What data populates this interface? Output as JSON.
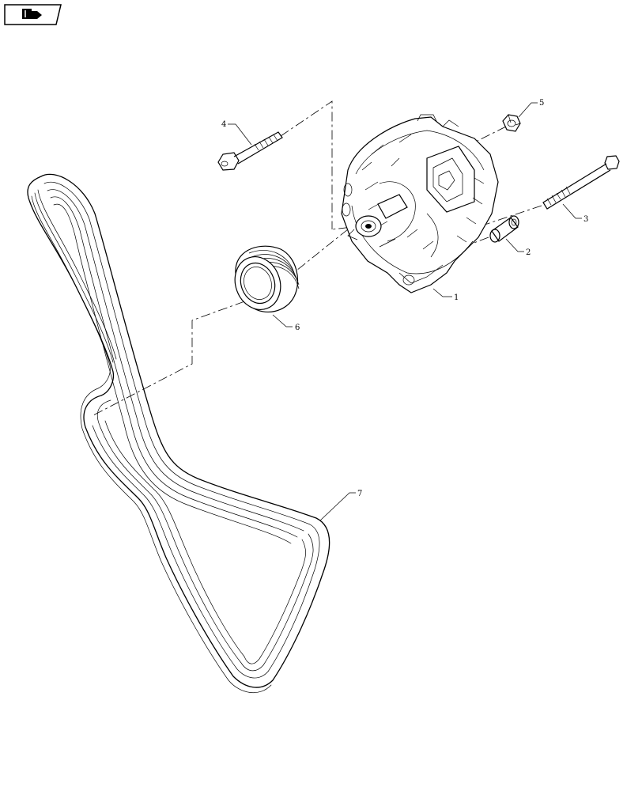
{
  "nav": {
    "icon": "previous-page-arrow-icon"
  },
  "callouts": [
    {
      "id": "alternator",
      "label": "1"
    },
    {
      "id": "spacer",
      "label": "2"
    },
    {
      "id": "long-bolt",
      "label": "3"
    },
    {
      "id": "short-bolt",
      "label": "4"
    },
    {
      "id": "nut",
      "label": "5"
    },
    {
      "id": "pulley",
      "label": "6"
    },
    {
      "id": "belt",
      "label": "7"
    }
  ]
}
